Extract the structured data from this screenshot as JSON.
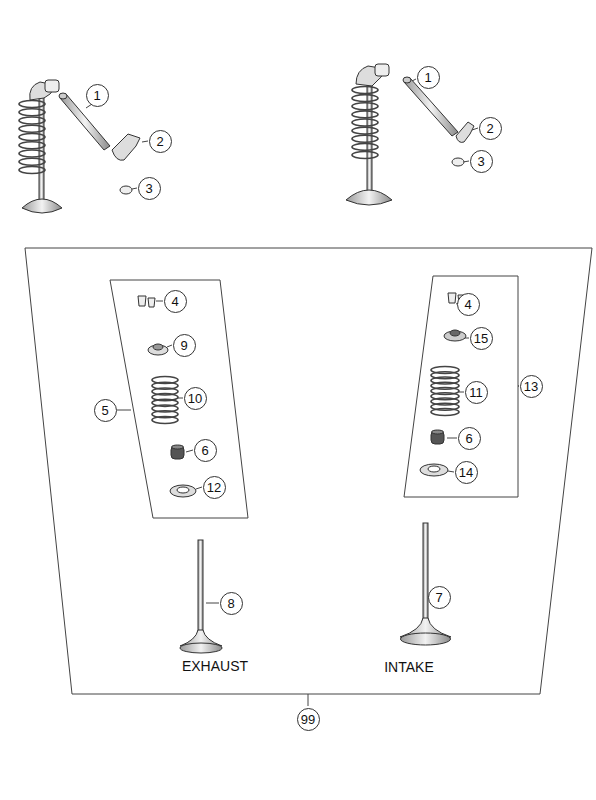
{
  "diagram": {
    "labels": [
      "1",
      "2",
      "3",
      "1",
      "2",
      "3",
      "4",
      "4",
      "9",
      "15",
      "5",
      "10",
      "11",
      "13",
      "6",
      "6",
      "12",
      "14",
      "8",
      "7",
      "EXHAUST",
      "INTAKE",
      "99"
    ]
  }
}
